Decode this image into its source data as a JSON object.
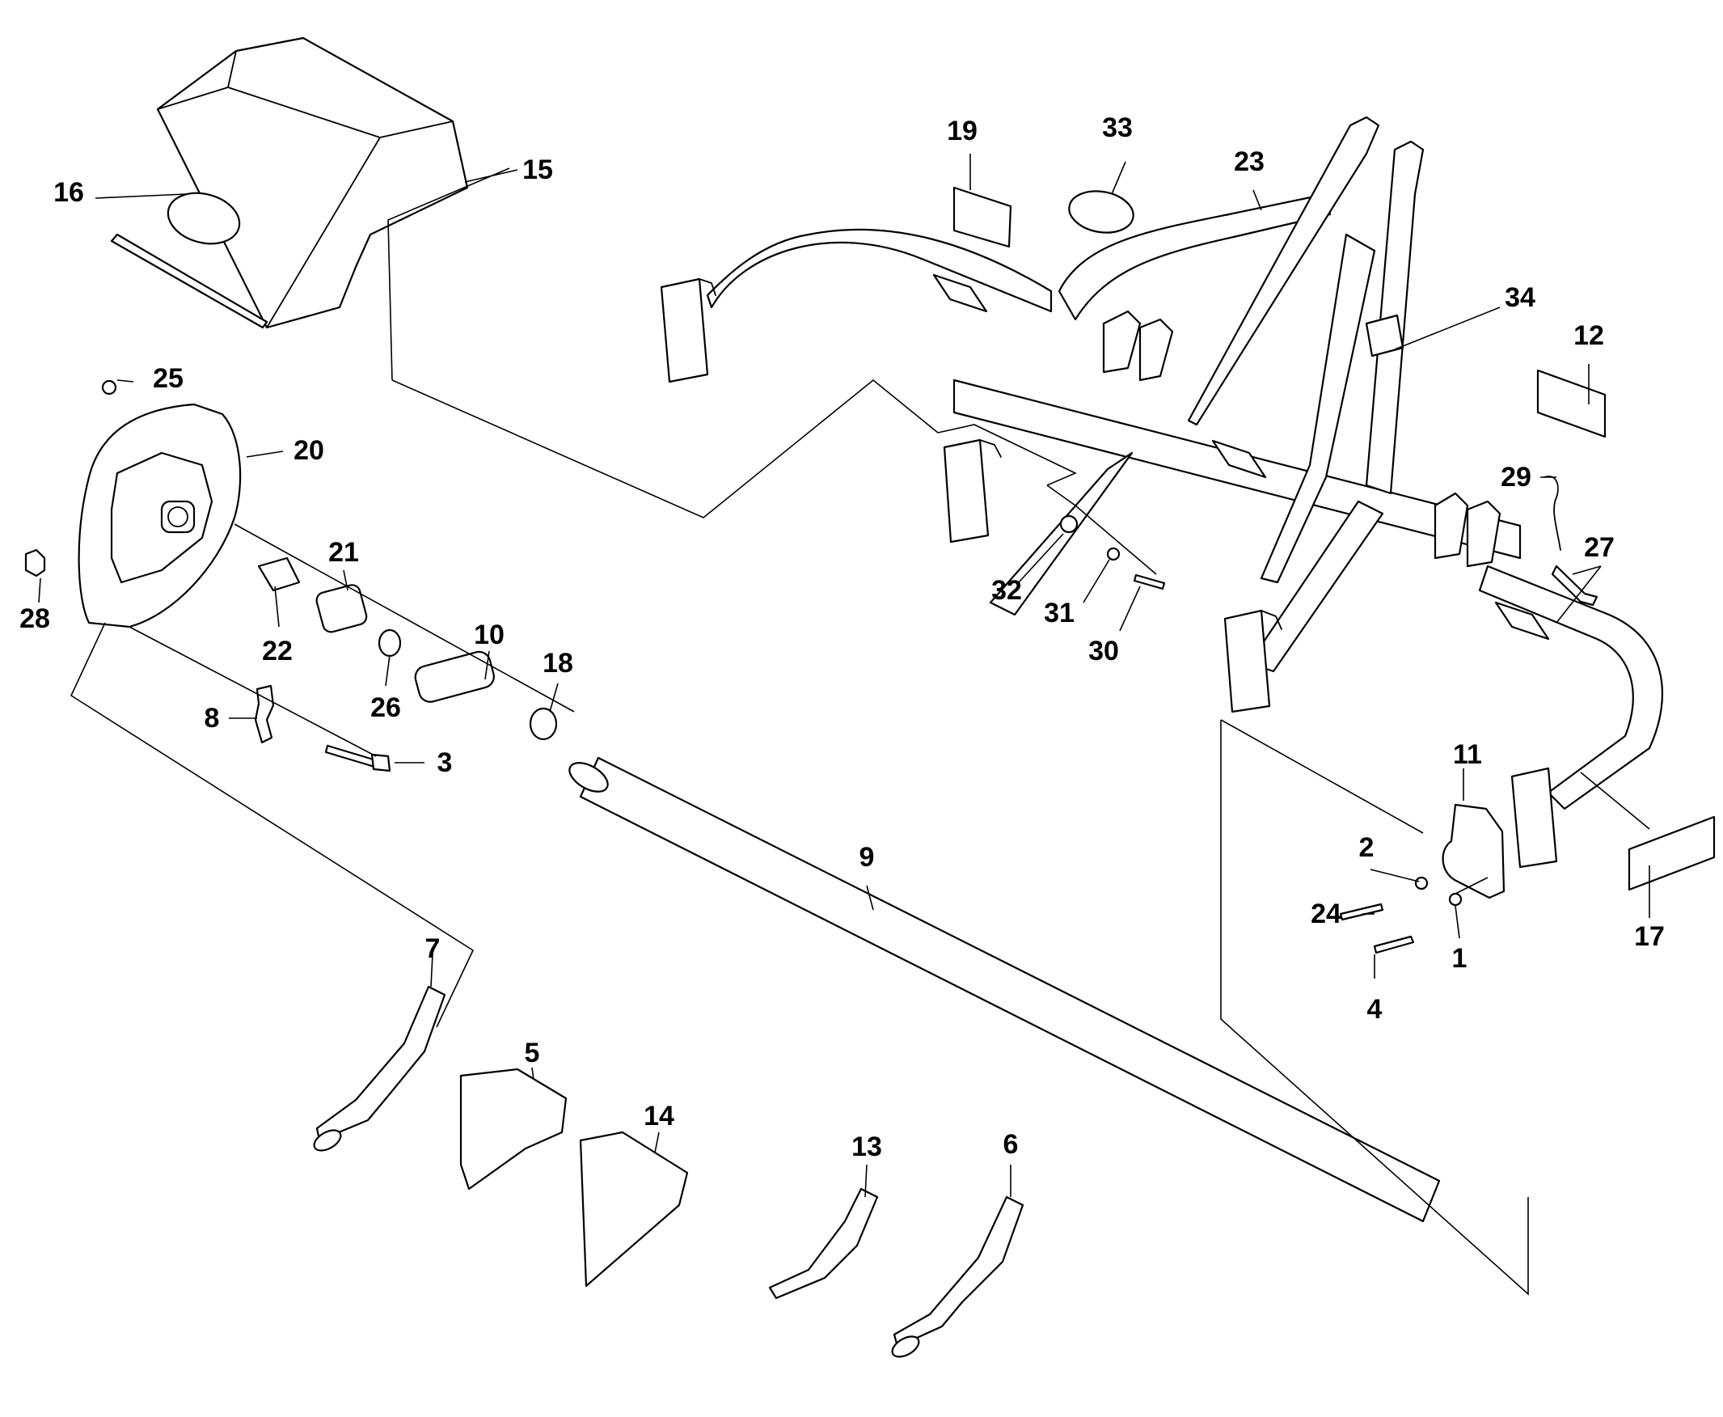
{
  "diagram": {
    "callouts": [
      "1",
      "2",
      "3",
      "4",
      "5",
      "6",
      "7",
      "8",
      "9",
      "10",
      "11",
      "12",
      "13",
      "14",
      "15",
      "16",
      "17",
      "18",
      "19",
      "20",
      "21",
      "22",
      "23",
      "24",
      "25",
      "26",
      "27",
      "28",
      "29",
      "30",
      "31",
      "32",
      "33",
      "34"
    ]
  }
}
